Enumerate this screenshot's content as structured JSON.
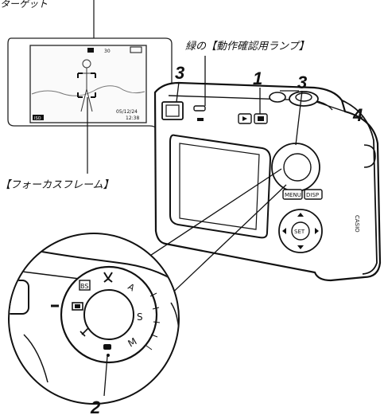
{
  "top_cropped_label": "ターゲット",
  "labels": {
    "green_lamp": "緑の【動作確認用ランプ】",
    "focus_frame": "【フォーカスフレーム】"
  },
  "callouts": {
    "n1": "1",
    "n2": "2",
    "n3_left": "3",
    "n3_right": "3",
    "n4": "4"
  },
  "lcd_screen": {
    "top_icon_2": "30",
    "date": "05/12/24",
    "time": "12:38",
    "bottom_left": "ISO"
  },
  "camera_panel": {
    "menu_button": "MENU",
    "disp_button": "DISP",
    "set_button": "SET",
    "brand": "CASIO"
  },
  "mode_dial": {
    "scale_s": "S",
    "scale_m": "M",
    "scale_a": "A",
    "scale_bs": "BS",
    "minus_mark": "−"
  }
}
